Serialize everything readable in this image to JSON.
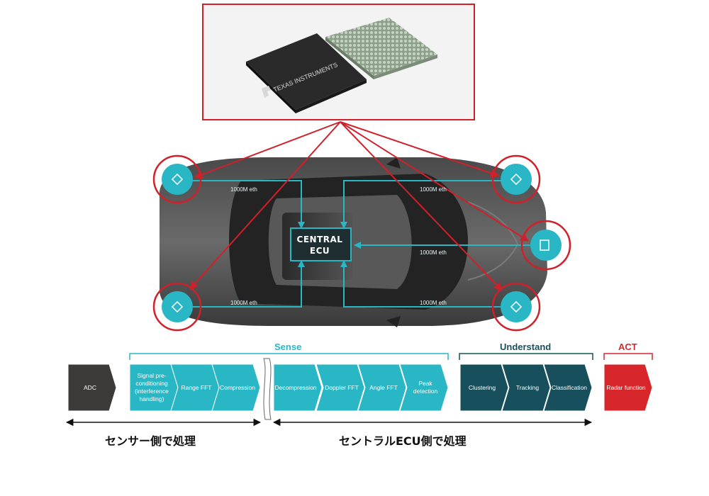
{
  "chip": {
    "brand": "TEXAS INSTRUMENTS"
  },
  "car": {
    "ecu_label": [
      "CENTRAL",
      "ECU"
    ],
    "eth_labels": [
      "1000M eth",
      "1000M eth",
      "1000M eth",
      "1000M eth",
      "1000M eth"
    ]
  },
  "pipeline": {
    "groups": {
      "sense": "Sense",
      "understand": "Understand",
      "act": "ACT"
    },
    "stages": [
      {
        "label": "ADC",
        "group": "adc"
      },
      {
        "label": "Signal pre-conditioning (interference handling)",
        "group": "sense"
      },
      {
        "label": "Range FFT",
        "group": "sense"
      },
      {
        "label": "Compression",
        "group": "sense"
      },
      {
        "label": "Decompression",
        "group": "sense"
      },
      {
        "label": "Doppler FFT",
        "group": "sense"
      },
      {
        "label": "Angle FFT",
        "group": "sense"
      },
      {
        "label": "Peak detection",
        "group": "sense"
      },
      {
        "label": "Clustering",
        "group": "understand"
      },
      {
        "label": "Tracking",
        "group": "understand"
      },
      {
        "label": "Classification",
        "group": "understand"
      },
      {
        "label": "Radar function",
        "group": "act"
      }
    ],
    "sensor_side_label": "センサー側で処理",
    "central_side_label": "セントラルECU側で処理"
  },
  "colors": {
    "adc": "#3d3a3a",
    "sense": "#29b6c5",
    "understand": "#17505c",
    "act": "#d7272b",
    "highlight": "#d0202a"
  }
}
